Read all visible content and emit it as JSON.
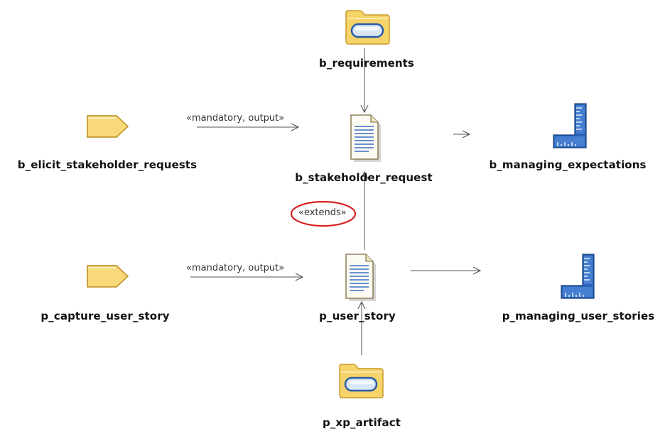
{
  "nodes": {
    "b_requirements": {
      "label": "b_requirements",
      "icon": "folder-icon"
    },
    "b_elicit_stakeholder_requests": {
      "label": "b_elicit_stakeholder_requests",
      "icon": "task-tag-icon"
    },
    "b_stakeholder_request": {
      "label": "b_stakeholder_request",
      "icon": "document-icon"
    },
    "b_managing_expectations": {
      "label": "b_managing_expectations",
      "icon": "guideline-ruler-icon"
    },
    "p_capture_user_story": {
      "label": "p_capture_user_story",
      "icon": "task-tag-icon"
    },
    "p_user_story": {
      "label": "p_user_story",
      "icon": "document-icon"
    },
    "p_managing_user_stories": {
      "label": "p_managing_user_stories",
      "icon": "guideline-ruler-icon"
    },
    "p_xp_artifact": {
      "label": "p_xp_artifact",
      "icon": "folder-icon"
    }
  },
  "edge_labels": {
    "b_mandatory_output": "«mandatory, output»",
    "p_mandatory_output": "«mandatory, output»",
    "extends": "«extends»"
  },
  "colors": {
    "folder_fill": "#f6d46a",
    "folder_edge": "#c99a2a",
    "tag_fill": "#f8d878",
    "tag_edge": "#b98a1e",
    "ruler_blue": "#2b63b8",
    "highlight_ellipse": "#d81e1e",
    "connector": "#555555"
  }
}
